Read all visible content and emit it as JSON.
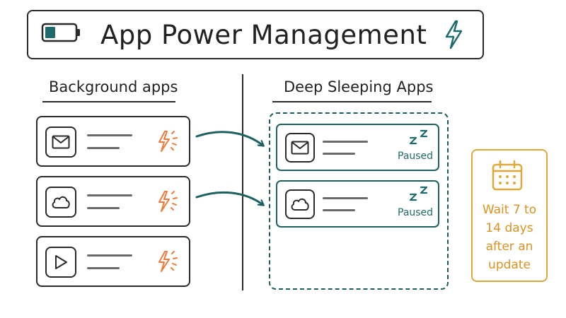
{
  "header": {
    "title": "App Power Management",
    "left_icon": "battery-low-icon",
    "right_icon": "lightning-bolt-icon"
  },
  "sections": {
    "background_title": "Background apps",
    "sleeping_title": "Deep Sleeping Apps"
  },
  "background_apps": [
    {
      "icon": "mail-icon",
      "status_icon": "spark-bolt-icon"
    },
    {
      "icon": "cloud-icon",
      "status_icon": "spark-bolt-icon"
    },
    {
      "icon": "play-icon",
      "status_icon": "spark-bolt-icon"
    }
  ],
  "sleeping_apps": [
    {
      "icon": "mail-icon",
      "sleep_icon": "zz-icon",
      "status": "Paused"
    },
    {
      "icon": "cloud-icon",
      "sleep_icon": "zz-icon",
      "status": "Paused"
    }
  ],
  "note": {
    "icon": "calendar-icon",
    "lines": [
      "Wait 7 to",
      "14 days",
      "after an",
      "update"
    ]
  },
  "colors": {
    "ink": "#2a2a2a",
    "teal": "#1f6060",
    "orange": "#f07a3a",
    "amber": "#e0a83a",
    "battery_fill": "#1f6a6a"
  }
}
